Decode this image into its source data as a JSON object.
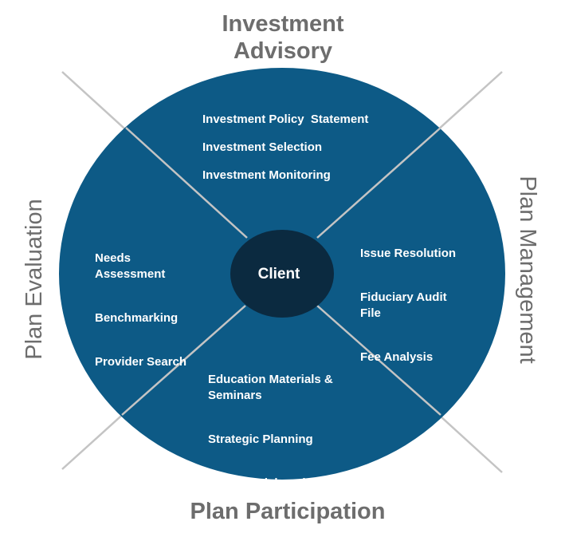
{
  "diagram": {
    "center": "Client",
    "outer_labels": {
      "top": "Investment\nAdvisory",
      "right": "Plan Management",
      "bottom": "Plan Participation",
      "left": "Plan Evaluation"
    },
    "quadrants": {
      "top": [
        "Investment Policy  Statement",
        "Investment Selection",
        "Investment Monitoring"
      ],
      "right": [
        "Issue Resolution",
        "Fiduciary Audit\nFile",
        "Fee Analysis"
      ],
      "bottom": [
        "Education Materials &\nSeminars",
        "Strategic Planning",
        "Custom Risk and Target\nDate Models"
      ],
      "left": [
        "Needs\nAssessment",
        "Benchmarking",
        "Provider Search"
      ]
    },
    "colors": {
      "circle": "#0d5a86",
      "client": "#0b2a40",
      "lines": "#c4c4c4",
      "outer_text": "#6d6d6d",
      "inner_text": "#ffffff"
    }
  }
}
